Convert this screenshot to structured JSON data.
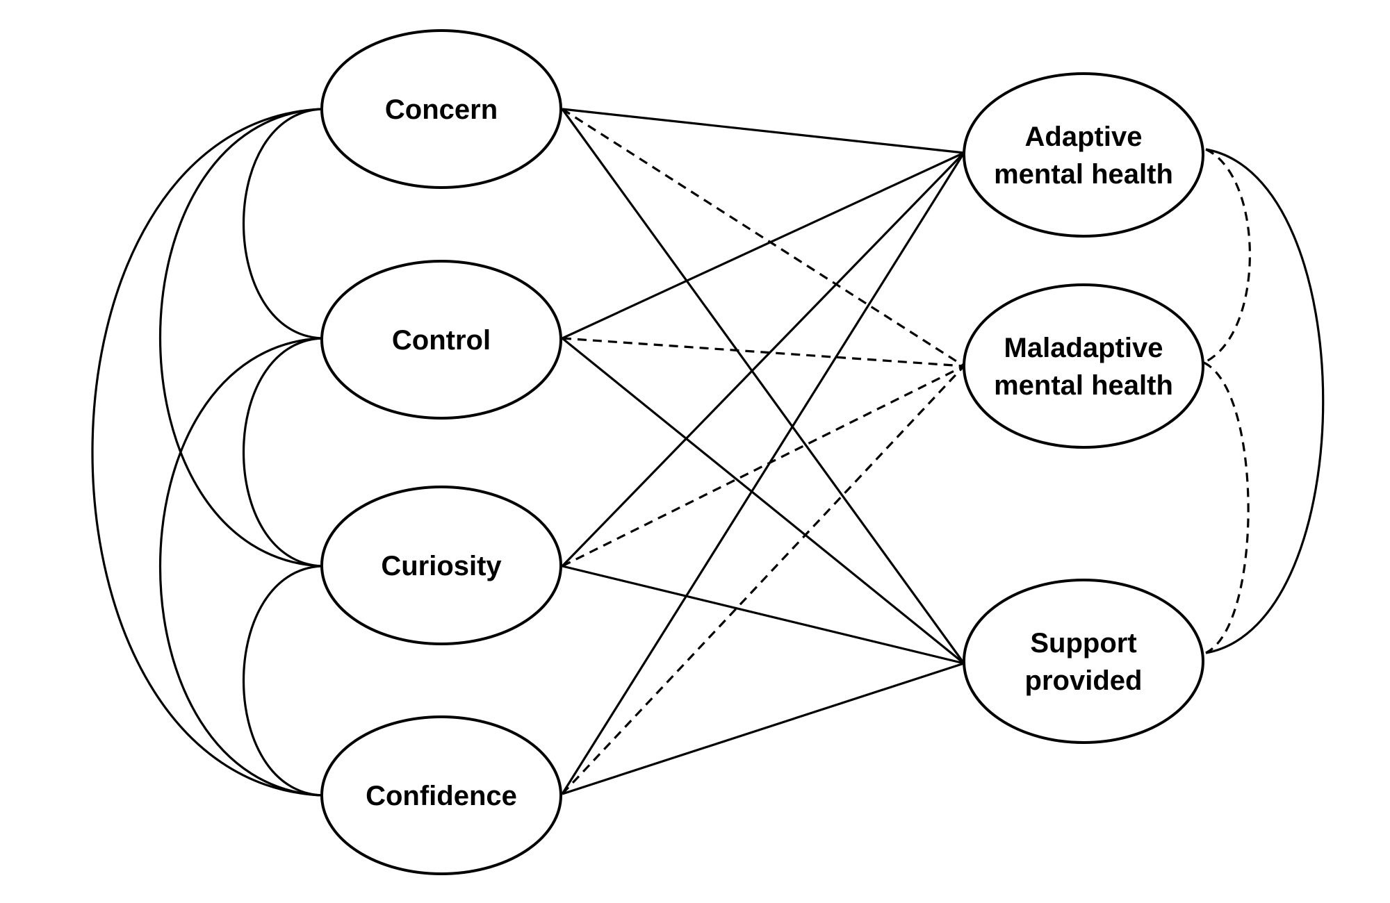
{
  "diagram": {
    "type": "path-model",
    "colors": {
      "line": "#000000",
      "background": "#ffffff"
    },
    "predictors": [
      {
        "id": "concern",
        "label": [
          "Concern"
        ]
      },
      {
        "id": "control",
        "label": [
          "Control"
        ]
      },
      {
        "id": "curiosity",
        "label": [
          "Curiosity"
        ]
      },
      {
        "id": "confidence",
        "label": [
          "Confidence"
        ]
      }
    ],
    "outcomes": [
      {
        "id": "adaptive",
        "label": [
          "Adaptive",
          "mental health"
        ]
      },
      {
        "id": "maladaptive",
        "label": [
          "Maladaptive",
          "mental health"
        ]
      },
      {
        "id": "support",
        "label": [
          "Support",
          "provided"
        ]
      }
    ],
    "paths": [
      {
        "from": "concern",
        "to": "adaptive",
        "style": "solid"
      },
      {
        "from": "concern",
        "to": "maladaptive",
        "style": "dashed"
      },
      {
        "from": "concern",
        "to": "support",
        "style": "solid"
      },
      {
        "from": "control",
        "to": "adaptive",
        "style": "solid"
      },
      {
        "from": "control",
        "to": "maladaptive",
        "style": "dashed"
      },
      {
        "from": "control",
        "to": "support",
        "style": "solid"
      },
      {
        "from": "curiosity",
        "to": "adaptive",
        "style": "solid"
      },
      {
        "from": "curiosity",
        "to": "maladaptive",
        "style": "dashed"
      },
      {
        "from": "curiosity",
        "to": "support",
        "style": "solid"
      },
      {
        "from": "confidence",
        "to": "adaptive",
        "style": "solid"
      },
      {
        "from": "confidence",
        "to": "maladaptive",
        "style": "dashed"
      },
      {
        "from": "confidence",
        "to": "support",
        "style": "solid"
      }
    ],
    "predictor_covariances": [
      {
        "a": "concern",
        "b": "control",
        "style": "solid"
      },
      {
        "a": "concern",
        "b": "curiosity",
        "style": "solid"
      },
      {
        "a": "concern",
        "b": "confidence",
        "style": "solid"
      },
      {
        "a": "control",
        "b": "curiosity",
        "style": "solid"
      },
      {
        "a": "control",
        "b": "confidence",
        "style": "solid"
      },
      {
        "a": "curiosity",
        "b": "confidence",
        "style": "solid"
      }
    ],
    "outcome_covariances": [
      {
        "a": "adaptive",
        "b": "maladaptive",
        "style": "dashed"
      },
      {
        "a": "maladaptive",
        "b": "support",
        "style": "dashed"
      },
      {
        "a": "adaptive",
        "b": "support",
        "style": "solid"
      }
    ]
  }
}
